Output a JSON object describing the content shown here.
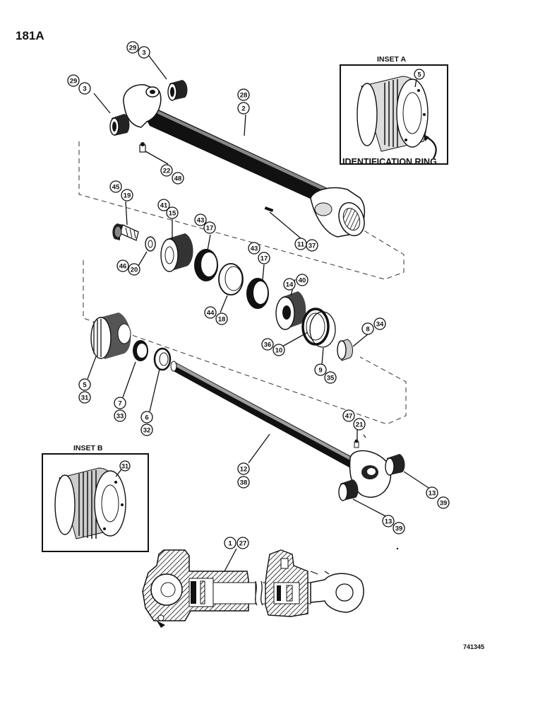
{
  "page_number": "181A",
  "figure_code": "741345",
  "inset_a": {
    "title": "INSET A",
    "callout": "5",
    "note": "IDENTIFICATION RING"
  },
  "inset_b": {
    "title": "INSET B",
    "callout": "31"
  },
  "callouts": {
    "c29a": "29",
    "c3a": "3",
    "c29b": "29",
    "c3b": "3",
    "c28": "28",
    "c2": "2",
    "c22": "22",
    "c48": "48",
    "c45": "45",
    "c19": "19",
    "c46": "46",
    "c20": "20",
    "c41": "41",
    "c15": "15",
    "c43a": "43",
    "c17a": "17",
    "c43b": "43",
    "c17b": "17",
    "c44": "44",
    "c18": "18",
    "c14": "14",
    "c40": "40",
    "c11": "11",
    "c37": "37",
    "c36": "36",
    "c10": "10",
    "c8": "8",
    "c34": "34",
    "c9": "9",
    "c35": "35",
    "c5": "5",
    "c31": "31",
    "c7": "7",
    "c33": "33",
    "c6": "6",
    "c32": "32",
    "c47": "47",
    "c21": "21",
    "c12": "12",
    "c38": "38",
    "c13a": "13",
    "c39a": "39",
    "c13b": "13",
    "c39b": "39",
    "c1": "1",
    "c27": "27"
  }
}
